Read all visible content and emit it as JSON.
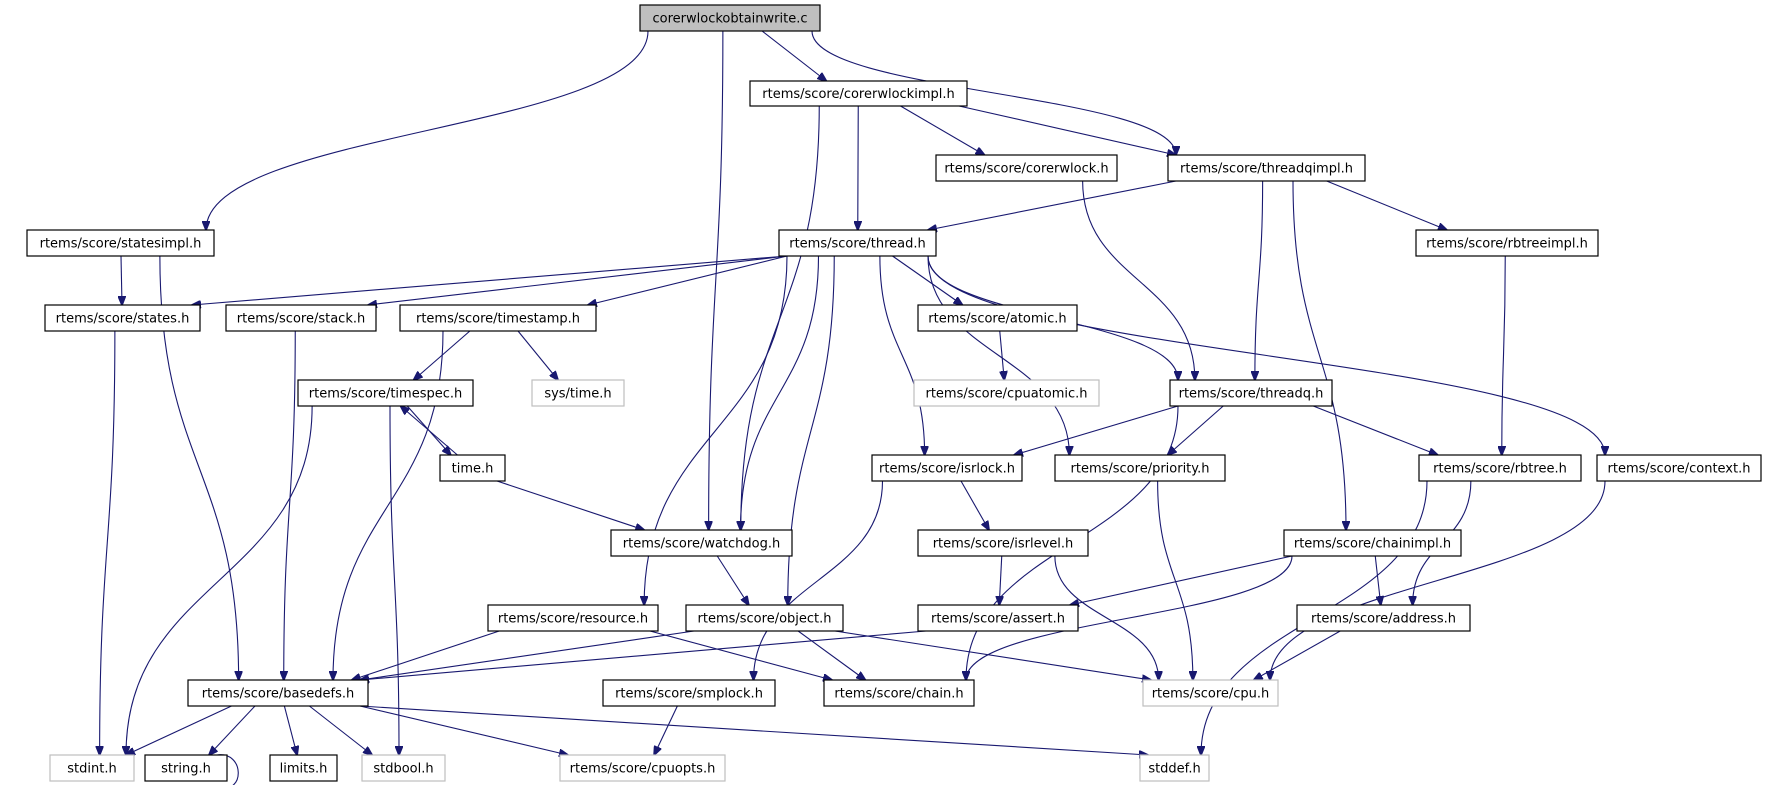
{
  "title": "corerwlockobtainwrite.c",
  "colors": {
    "edge": "#191970",
    "root_fill": "#bfbfbf",
    "node_border": "#000000",
    "external_border": "#bfbfbf",
    "background": "#ffffff"
  },
  "nodes": [
    {
      "id": "root",
      "label": "corerwlockobtainwrite.c",
      "kind": "root"
    },
    {
      "id": "corerwlockimpl",
      "label": "rtems/score/corerwlockimpl.h",
      "kind": "documented"
    },
    {
      "id": "statesimpl",
      "label": "rtems/score/statesimpl.h",
      "kind": "documented"
    },
    {
      "id": "corerwlock",
      "label": "rtems/score/corerwlock.h",
      "kind": "documented"
    },
    {
      "id": "threadqimpl",
      "label": "rtems/score/threadqimpl.h",
      "kind": "documented"
    },
    {
      "id": "thread",
      "label": "rtems/score/thread.h",
      "kind": "documented"
    },
    {
      "id": "rbtreeimpl",
      "label": "rtems/score/rbtreeimpl.h",
      "kind": "documented"
    },
    {
      "id": "states",
      "label": "rtems/score/states.h",
      "kind": "documented"
    },
    {
      "id": "stack",
      "label": "rtems/score/stack.h",
      "kind": "documented"
    },
    {
      "id": "timestamp",
      "label": "rtems/score/timestamp.h",
      "kind": "documented"
    },
    {
      "id": "atomic",
      "label": "rtems/score/atomic.h",
      "kind": "documented"
    },
    {
      "id": "timespec",
      "label": "rtems/score/timespec.h",
      "kind": "documented"
    },
    {
      "id": "systime",
      "label": "sys/time.h",
      "kind": "external"
    },
    {
      "id": "cpuatomic",
      "label": "rtems/score/cpuatomic.h",
      "kind": "external"
    },
    {
      "id": "threadq",
      "label": "rtems/score/threadq.h",
      "kind": "documented"
    },
    {
      "id": "time",
      "label": "time.h",
      "kind": "documented"
    },
    {
      "id": "isrlock",
      "label": "rtems/score/isrlock.h",
      "kind": "documented"
    },
    {
      "id": "priority",
      "label": "rtems/score/priority.h",
      "kind": "documented"
    },
    {
      "id": "rbtree",
      "label": "rtems/score/rbtree.h",
      "kind": "documented"
    },
    {
      "id": "context",
      "label": "rtems/score/context.h",
      "kind": "documented"
    },
    {
      "id": "watchdog",
      "label": "rtems/score/watchdog.h",
      "kind": "documented"
    },
    {
      "id": "isrlevel",
      "label": "rtems/score/isrlevel.h",
      "kind": "documented"
    },
    {
      "id": "chainimpl",
      "label": "rtems/score/chainimpl.h",
      "kind": "documented"
    },
    {
      "id": "resource",
      "label": "rtems/score/resource.h",
      "kind": "documented"
    },
    {
      "id": "object",
      "label": "rtems/score/object.h",
      "kind": "documented"
    },
    {
      "id": "assert",
      "label": "rtems/score/assert.h",
      "kind": "documented"
    },
    {
      "id": "address",
      "label": "rtems/score/address.h",
      "kind": "documented"
    },
    {
      "id": "basedefs",
      "label": "rtems/score/basedefs.h",
      "kind": "documented"
    },
    {
      "id": "smplock",
      "label": "rtems/score/smplock.h",
      "kind": "documented"
    },
    {
      "id": "chain",
      "label": "rtems/score/chain.h",
      "kind": "documented"
    },
    {
      "id": "cpu",
      "label": "rtems/score/cpu.h",
      "kind": "external"
    },
    {
      "id": "stdint",
      "label": "stdint.h",
      "kind": "external"
    },
    {
      "id": "string",
      "label": "string.h",
      "kind": "documented"
    },
    {
      "id": "limits",
      "label": "limits.h",
      "kind": "documented"
    },
    {
      "id": "stdbool",
      "label": "stdbool.h",
      "kind": "external"
    },
    {
      "id": "cpuopts",
      "label": "rtems/score/cpuopts.h",
      "kind": "external"
    },
    {
      "id": "stddef",
      "label": "stddef.h",
      "kind": "external"
    }
  ],
  "edges": [
    {
      "from": "root",
      "to": "statesimpl"
    },
    {
      "from": "root",
      "to": "watchdog"
    },
    {
      "from": "root",
      "to": "corerwlockimpl"
    },
    {
      "from": "root",
      "to": "threadqimpl"
    },
    {
      "from": "corerwlockimpl",
      "to": "watchdog"
    },
    {
      "from": "corerwlockimpl",
      "to": "thread"
    },
    {
      "from": "corerwlockimpl",
      "to": "corerwlock"
    },
    {
      "from": "corerwlockimpl",
      "to": "threadqimpl"
    },
    {
      "from": "corerwlock",
      "to": "threadq"
    },
    {
      "from": "threadqimpl",
      "to": "thread"
    },
    {
      "from": "threadqimpl",
      "to": "threadq"
    },
    {
      "from": "threadqimpl",
      "to": "chainimpl"
    },
    {
      "from": "threadqimpl",
      "to": "rbtreeimpl"
    },
    {
      "from": "statesimpl",
      "to": "states"
    },
    {
      "from": "statesimpl",
      "to": "basedefs"
    },
    {
      "from": "thread",
      "to": "states"
    },
    {
      "from": "thread",
      "to": "stack"
    },
    {
      "from": "thread",
      "to": "timestamp"
    },
    {
      "from": "thread",
      "to": "atomic"
    },
    {
      "from": "thread",
      "to": "threadq"
    },
    {
      "from": "thread",
      "to": "priority"
    },
    {
      "from": "thread",
      "to": "context"
    },
    {
      "from": "thread",
      "to": "isrlock"
    },
    {
      "from": "thread",
      "to": "watchdog"
    },
    {
      "from": "thread",
      "to": "object"
    },
    {
      "from": "thread",
      "to": "resource"
    },
    {
      "from": "rbtreeimpl",
      "to": "rbtree"
    },
    {
      "from": "states",
      "to": "stdint"
    },
    {
      "from": "stack",
      "to": "basedefs"
    },
    {
      "from": "timestamp",
      "to": "timespec"
    },
    {
      "from": "timestamp",
      "to": "systime"
    },
    {
      "from": "timestamp",
      "to": "basedefs"
    },
    {
      "from": "atomic",
      "to": "cpuatomic"
    },
    {
      "from": "timespec",
      "to": "time"
    },
    {
      "from": "timespec",
      "to": "stdint"
    },
    {
      "from": "timespec",
      "to": "stdbool"
    },
    {
      "from": "time",
      "to": "timespec"
    },
    {
      "from": "time",
      "to": "watchdog"
    },
    {
      "from": "threadq",
      "to": "isrlock"
    },
    {
      "from": "threadq",
      "to": "priority"
    },
    {
      "from": "threadq",
      "to": "rbtree"
    },
    {
      "from": "threadq",
      "to": "chain"
    },
    {
      "from": "isrlock",
      "to": "isrlevel"
    },
    {
      "from": "isrlock",
      "to": "smplock"
    },
    {
      "from": "priority",
      "to": "cpu"
    },
    {
      "from": "rbtree",
      "to": "address"
    },
    {
      "from": "rbtree",
      "to": "stddef"
    },
    {
      "from": "context",
      "to": "cpu"
    },
    {
      "from": "watchdog",
      "to": "object"
    },
    {
      "from": "isrlevel",
      "to": "assert"
    },
    {
      "from": "isrlevel",
      "to": "cpu"
    },
    {
      "from": "chainimpl",
      "to": "assert"
    },
    {
      "from": "chainimpl",
      "to": "address"
    },
    {
      "from": "chainimpl",
      "to": "chain"
    },
    {
      "from": "resource",
      "to": "basedefs"
    },
    {
      "from": "resource",
      "to": "chain"
    },
    {
      "from": "object",
      "to": "basedefs"
    },
    {
      "from": "object",
      "to": "chain"
    },
    {
      "from": "object",
      "to": "cpu"
    },
    {
      "from": "assert",
      "to": "basedefs"
    },
    {
      "from": "address",
      "to": "cpu"
    },
    {
      "from": "basedefs",
      "to": "stdint"
    },
    {
      "from": "basedefs",
      "to": "string"
    },
    {
      "from": "basedefs",
      "to": "limits"
    },
    {
      "from": "basedefs",
      "to": "stdbool"
    },
    {
      "from": "basedefs",
      "to": "cpuopts"
    },
    {
      "from": "basedefs",
      "to": "stddef"
    },
    {
      "from": "smplock",
      "to": "cpuopts"
    },
    {
      "from": "string",
      "to": "string"
    }
  ]
}
